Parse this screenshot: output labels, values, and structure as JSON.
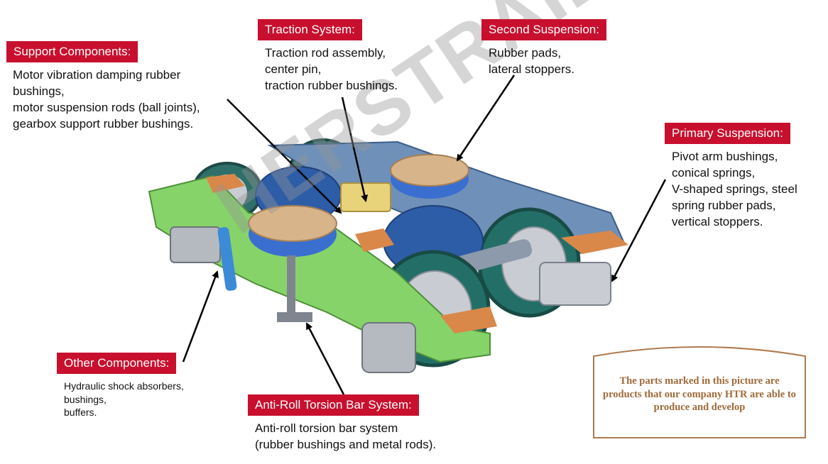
{
  "watermark": "HERSTRAIL",
  "accent_color": "#c8102e",
  "callouts": {
    "support": {
      "title": "Support Components:",
      "lines": [
        "Motor vibration damping rubber",
        "bushings,",
        "motor suspension rods (ball joints),",
        "gearbox support rubber bushings."
      ]
    },
    "traction": {
      "title": "Traction System:",
      "lines": [
        "Traction rod assembly,",
        "center pin,",
        "traction rubber bushings."
      ]
    },
    "second": {
      "title": "Second Suspension:",
      "lines": [
        "Rubber pads,",
        "lateral stoppers."
      ]
    },
    "primary": {
      "title": "Primary Suspension:",
      "lines": [
        "Pivot arm bushings,",
        "conical springs,",
        "V-shaped springs, steel",
        "spring rubber pads,",
        "vertical stoppers."
      ]
    },
    "other": {
      "title": "Other Components:",
      "lines": [
        "Hydraulic shock absorbers,",
        "bushings,",
        "buffers."
      ]
    },
    "antiroll": {
      "title": "Anti-Roll Torsion Bar System:",
      "lines": [
        "Anti-roll torsion bar system",
        "(rubber bushings and metal rods)."
      ]
    }
  },
  "note": {
    "text": "The parts marked in this picture are products that our company HTR are able to produce and develop",
    "border_color": "#b07a50"
  }
}
